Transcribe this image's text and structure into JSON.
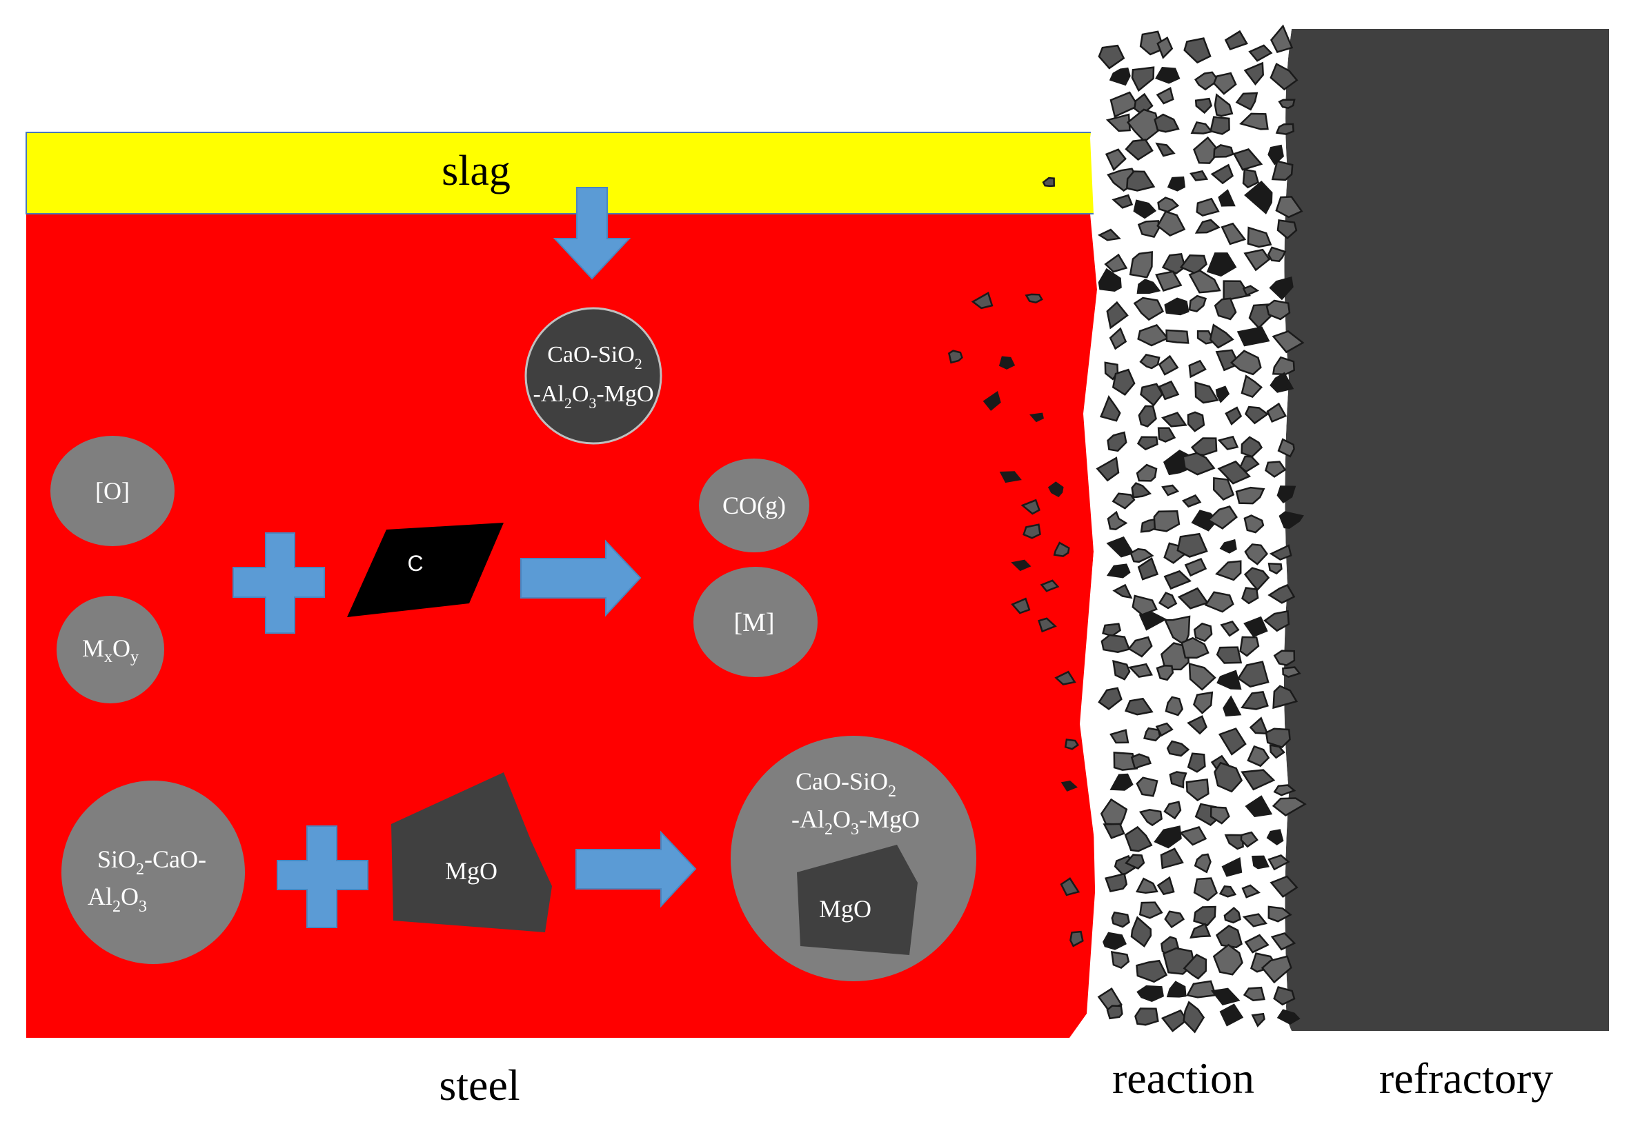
{
  "colors": {
    "steel": "#ff0000",
    "slag": "#ffff00",
    "refractory": "#404040",
    "particle_gray": "#7f7f7f",
    "particle_dark": "#404040",
    "carbon": "#000000",
    "arrow_blue": "#5b9bd5",
    "text_dark": "#000000",
    "text_light": "#ffffff"
  },
  "regions": {
    "slag": "slag",
    "steel": "steel",
    "reaction": "reaction",
    "refractory": "refractory"
  },
  "particles": {
    "slag_inclusion": {
      "line1_main": "CaO-SiO",
      "line1_sub": "2",
      "line2_a": "-Al",
      "line2_sub1": "2",
      "line2_b": "O",
      "line2_sub2": "3",
      "line2_c": "-MgO"
    },
    "oxygen": "[O]",
    "metal_oxide": {
      "main1": "M",
      "sub1": "x",
      "main2": "O",
      "sub2": "y"
    },
    "carbon": "C",
    "co_gas": "CO(g)",
    "metal": "[M]",
    "silicate": {
      "line1_a": "SiO",
      "line1_sub": "2",
      "line1_b": "-CaO-",
      "line2_a": "Al",
      "line2_sub1": "2",
      "line2_b": "O",
      "line2_sub2": "3"
    },
    "mgo": "MgO",
    "product": {
      "line1_main": "CaO-SiO",
      "line1_sub": "2",
      "line2_a": "-Al",
      "line2_sub1": "2",
      "line2_b": "O",
      "line2_sub2": "3",
      "line2_c": "-MgO",
      "core": "MgO"
    }
  },
  "icons": [
    "down-arrow-icon",
    "plus-icon",
    "right-arrow-icon"
  ]
}
